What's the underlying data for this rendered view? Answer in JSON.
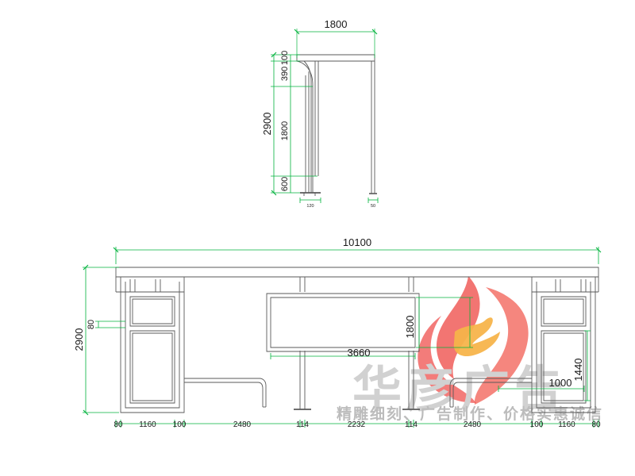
{
  "drawing": {
    "title": "Bus shelter technical elevation drawing",
    "colors": {
      "outline": "#5a5a5a",
      "dimension_line": "#00b33c",
      "dimension_text": "#1a1a1a",
      "watermark_flame_red": "#ef5350",
      "watermark_flame_orange": "#f5b041",
      "watermark_gray": "#cfcfcf",
      "background": "#ffffff"
    },
    "top_view": {
      "name": "side-elevation",
      "width_label": "1800",
      "overall_height_label": "2900",
      "vertical_segments": [
        "100",
        "390",
        "1800",
        "600"
      ],
      "footing_labels": [
        "120",
        "50"
      ]
    },
    "main_view": {
      "name": "front-elevation",
      "overall_width_label": "10100",
      "overall_height_label": "2900",
      "left_offset_label": "80",
      "panel_width_label": "3660",
      "panel_height_label": "1800",
      "right_panel_height_label": "1440",
      "right_panel_width_label": "1000",
      "bottom_dimensions": [
        "80",
        "1160",
        "100",
        "2480",
        "114",
        "2232",
        "114",
        "2480",
        "100",
        "1160",
        "80"
      ]
    },
    "watermark": {
      "logo_name": "flame-logo",
      "brand_text": "华彦广告",
      "tagline": "精雕细刻、广告制作、价格实惠诚信"
    }
  }
}
